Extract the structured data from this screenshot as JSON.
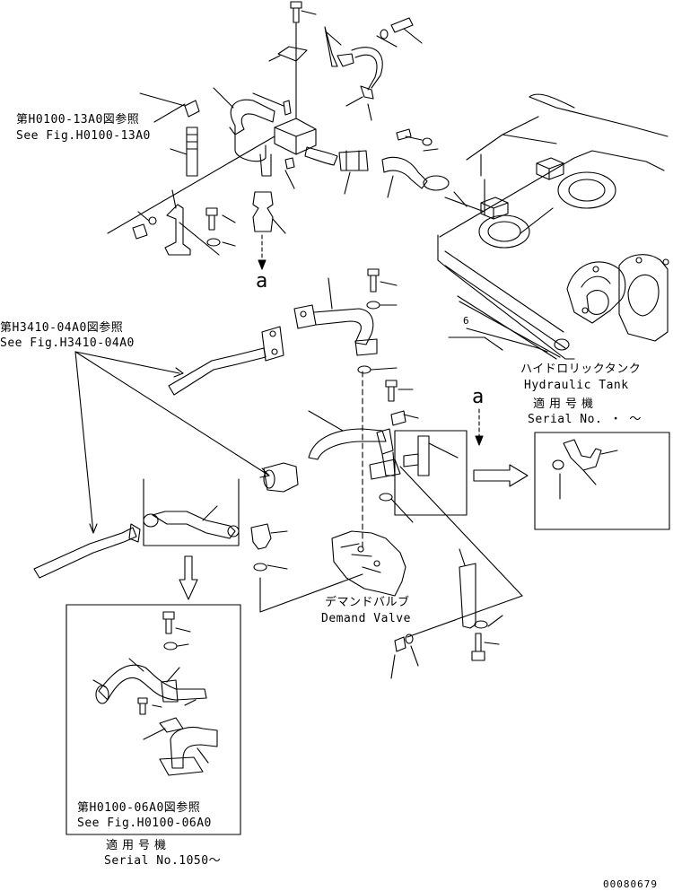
{
  "refs": {
    "h0100_13a0_jp": "第H0100-13A0図参照",
    "h0100_13a0_en": "See Fig.H0100-13A0",
    "h3410_04a0_jp": "第H3410-04A0図参照",
    "h3410_04a0_en": "See Fig.H3410-04A0",
    "h0100_06a0_jp": "第H0100-06A0図参照",
    "h0100_06a0_en": "See Fig.H0100-06A0"
  },
  "parts": {
    "hydraulic_tank_jp": "ハイドロリックタンク",
    "hydraulic_tank_en": "Hydraulic Tank",
    "demand_valve_jp": "デマンドバルブ",
    "demand_valve_en": "Demand Valve"
  },
  "serial_right": {
    "applicable_jp": "適用号機",
    "serial_en": "Serial No.  ・ 〜"
  },
  "serial_bottom": {
    "applicable_jp": "適用号機",
    "serial_en": "Serial No.1050〜"
  },
  "markers": {
    "a_upper": "a",
    "a_right": "a",
    "six": "6"
  },
  "footer": {
    "drawing_number": "00080679"
  }
}
